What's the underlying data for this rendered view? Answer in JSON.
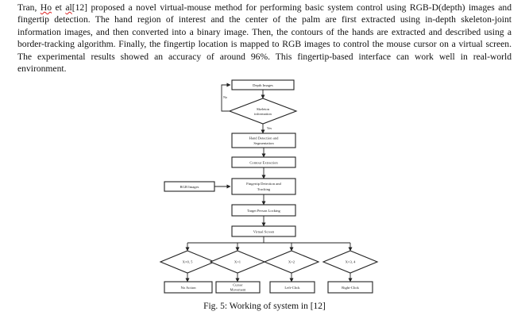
{
  "paragraph": {
    "line1": {
      "pre": "Tran, ",
      "author1": "Ho",
      "mid": " et ",
      "author2": "al",
      "post": "[12] proposed a novel virtual-mouse method for performing basic system control using RGB-D(depth) images and"
    },
    "line2": "fingertip detection. The hand region of interest and the center of the palm are first extracted using in-depth skeleton-joint",
    "line3": "information images, and then converted into a binary image. Then, the contours of the hands are extracted and described using a",
    "line4": "border-tracking algorithm. Finally, the fingertip location is mapped to RGB images to control the mouse cursor on a virtual screen.",
    "line5": "The experimental results showed an accuracy of around 96%. This fingertip-based interface can work well in real-world",
    "line6": "environment."
  },
  "flowchart": {
    "depth_images": "Depth Images",
    "skeleton_line1": "Skeleton",
    "skeleton_line2": "information",
    "no_label": "No",
    "yes_label": "Yes",
    "hand_detection_line1": "Hand Detection and",
    "hand_detection_line2": "Segmentation",
    "contour_extraction": "Contour Extraction",
    "rgb_images": "RGB Images",
    "fingertip_line1": "Fingertip Detection and",
    "fingertip_line2": "Tracking",
    "target_person_locking": "Target Person Locking",
    "virtual_screen": "Virtual Screen",
    "cond1": "X=0, 5",
    "cond2": "X=1",
    "cond3": "X=2",
    "cond4": "X=3, 4",
    "out1": "No Action",
    "out2_line1": "Cursor",
    "out2_line2": "Movement",
    "out3": "Left-Click",
    "out4": "Right-Click"
  },
  "caption": "Fig. 5: Working of system in [12]"
}
